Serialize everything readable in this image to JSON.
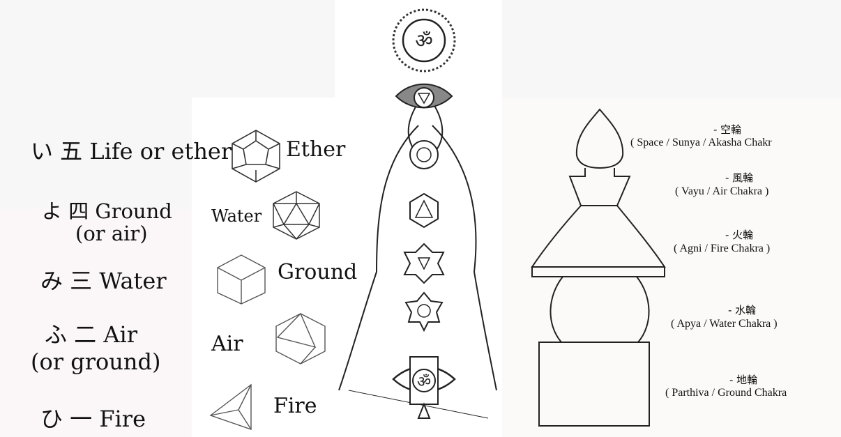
{
  "left_list": [
    {
      "line1": "い 五 Life or ether",
      "line2": ""
    },
    {
      "line1": "よ 四 Ground",
      "line2": "(or air)"
    },
    {
      "line1": "み 三 Water",
      "line2": ""
    },
    {
      "line1": "ふ 二 Air",
      "line2": "(or ground)"
    },
    {
      "line1": "ひ 一 Fire",
      "line2": ""
    }
  ],
  "polyhedra_labels": {
    "ether": "Ether",
    "water": "Water",
    "ground": "Ground",
    "air": "Air",
    "fire": "Fire"
  },
  "chakra_icons": [
    "om-symbol-icon"
  ],
  "stupa_labels": [
    {
      "jp": "- 空輪",
      "en": "( Space / Sunya / Akasha Chakr"
    },
    {
      "jp": "- 風輪",
      "en": "( Vayu / Air Chakra )"
    },
    {
      "jp": "- 火輪",
      "en": "( Agni / Fire Chakra )"
    },
    {
      "jp": "- 水輪",
      "en": "( Apya / Water Chakra )"
    },
    {
      "jp": "- 地輪",
      "en": "( Parthiva / Ground Chakra"
    }
  ]
}
